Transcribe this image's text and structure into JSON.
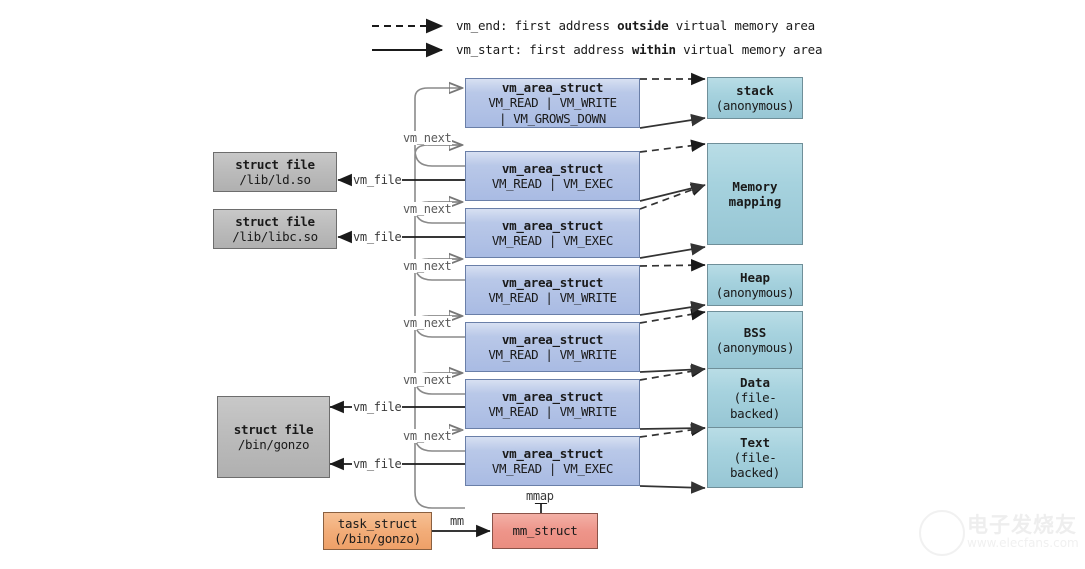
{
  "legend": {
    "vm_end": {
      "prefix": "vm_end: first address ",
      "bold": "outside",
      "suffix": " virtual memory area"
    },
    "vm_start": {
      "prefix": "vm_start: first address ",
      "bold": "within",
      "suffix": " virtual memory area"
    }
  },
  "vm_areas": [
    {
      "title": "vm_area_struct",
      "flags": "VM_READ | VM_WRITE",
      "flags2": "| VM_GROWS_DOWN"
    },
    {
      "title": "vm_area_struct",
      "flags": "VM_READ | VM_EXEC",
      "flags2": ""
    },
    {
      "title": "vm_area_struct",
      "flags": "VM_READ | VM_EXEC",
      "flags2": ""
    },
    {
      "title": "vm_area_struct",
      "flags": "VM_READ | VM_WRITE",
      "flags2": ""
    },
    {
      "title": "vm_area_struct",
      "flags": "VM_READ | VM_WRITE",
      "flags2": ""
    },
    {
      "title": "vm_area_struct",
      "flags": "VM_READ | VM_WRITE",
      "flags2": ""
    },
    {
      "title": "vm_area_struct",
      "flags": "VM_READ | VM_EXEC",
      "flags2": ""
    }
  ],
  "regions": [
    {
      "name": "stack",
      "sub": "(anonymous)",
      "sub2": ""
    },
    {
      "name": "Memory",
      "sub": "mapping",
      "sub2": ""
    },
    {
      "name": "Heap",
      "sub": "(anonymous)",
      "sub2": ""
    },
    {
      "name": "BSS",
      "sub": "(anonymous)",
      "sub2": ""
    },
    {
      "name": "Data",
      "sub": "(file-",
      "sub2": "backed)"
    },
    {
      "name": "Text",
      "sub": "(file-",
      "sub2": "backed)"
    }
  ],
  "files": [
    {
      "title": "struct file",
      "path": "/lib/ld.so"
    },
    {
      "title": "struct file",
      "path": "/lib/libc.so"
    },
    {
      "title": "struct file",
      "path": "/bin/gonzo"
    }
  ],
  "task": {
    "title": "task_struct",
    "path": "(/bin/gonzo)"
  },
  "mm": {
    "title": "mm_struct"
  },
  "edge_labels": {
    "vm_next": "vm_next",
    "vm_file": "vm_file",
    "mm": "mm",
    "mmap": "mmap"
  },
  "colors": {
    "vma_fill": "#b9c8e8",
    "region_fill": "#a6d2de",
    "file_fill": "#bcbcbc",
    "task_fill": "#f2ad79",
    "mm_fill": "#ee958a",
    "stroke": "#444444"
  },
  "watermark": {
    "cn": "电子发烧友",
    "url": "www.elecfans.com"
  }
}
